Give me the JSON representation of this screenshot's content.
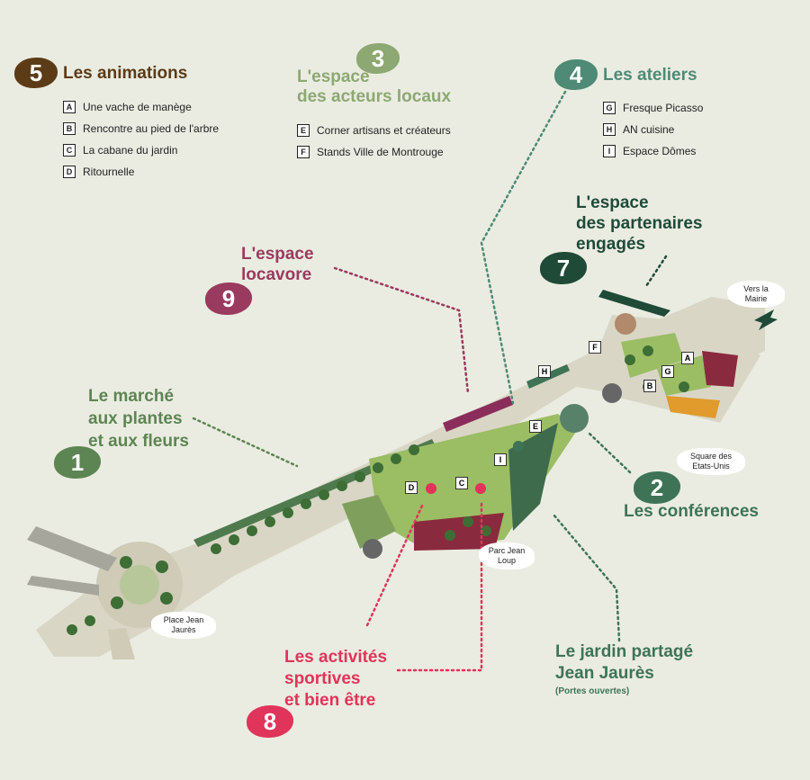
{
  "animations": {
    "number": "5",
    "title": "Les animations",
    "color": "#5c3b17",
    "items": [
      {
        "key": "A",
        "label": "Une vache de manège"
      },
      {
        "key": "B",
        "label": "Rencontre au pied de l'arbre"
      },
      {
        "key": "C",
        "label": "La cabane du jardin"
      },
      {
        "key": "D",
        "label": "Ritournelle"
      }
    ]
  },
  "acteurs": {
    "number": "3",
    "title_line1": "L'espace",
    "title_line2": "des acteurs locaux",
    "color": "#8da872",
    "items": [
      {
        "key": "E",
        "label": "Corner artisans et créateurs"
      },
      {
        "key": "F",
        "label": "Stands Ville de Montrouge"
      }
    ]
  },
  "ateliers": {
    "number": "4",
    "title": "Les ateliers",
    "color": "#4e8a76",
    "items": [
      {
        "key": "G",
        "label": "Fresque Picasso"
      },
      {
        "key": "H",
        "label": "AN cuisine"
      },
      {
        "key": "I",
        "label": "Espace Dômes"
      }
    ]
  },
  "partenaires": {
    "number": "7",
    "line1": "L'espace",
    "line2": "des partenaires",
    "line3": "engagés",
    "color": "#1f4a38"
  },
  "locavore": {
    "number": "9",
    "line1": "L'espace",
    "line2": "locavore",
    "color": "#9a3a5e"
  },
  "marche": {
    "number": "1",
    "line1": "Le marché",
    "line2": "aux plantes",
    "line3": "et aux fleurs",
    "color": "#5d8553"
  },
  "conferences": {
    "number": "2",
    "title": "Les conférences",
    "color": "#3e7356"
  },
  "sport": {
    "number": "8",
    "line1": "Les activités",
    "line2": "sportives",
    "line3": "et bien être",
    "color": "#e0345a"
  },
  "jardin": {
    "line1": "Le jardin partagé",
    "line2": "Jean Jaurès",
    "note": "(Portes ouvertes)",
    "color": "#3e7356"
  },
  "places": {
    "mairie": "Vers la Mairie",
    "square": "Square des Etats-Unis",
    "parc": "Parc Jean Loup",
    "place": "Place Jean Jaurès"
  },
  "map_letters": [
    "A",
    "B",
    "C",
    "D",
    "E",
    "F",
    "G",
    "H",
    "I"
  ]
}
